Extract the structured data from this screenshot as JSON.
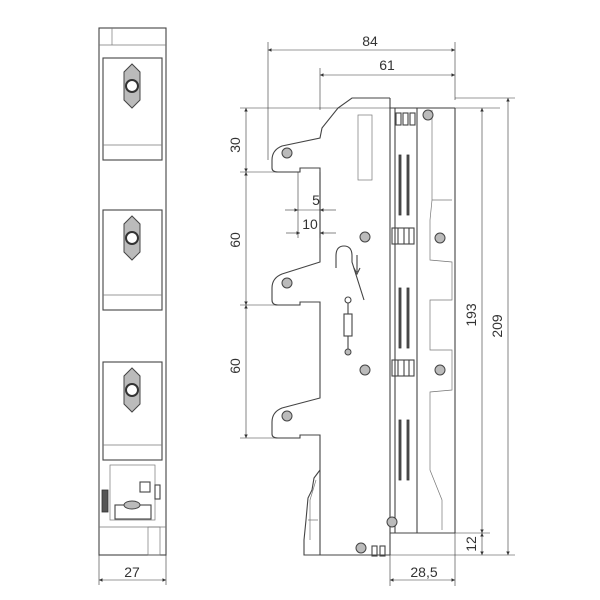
{
  "drawing": {
    "front_view": {
      "width_label": "27"
    },
    "side_view": {
      "depth_total_label": "84",
      "depth_partial_label": "61",
      "top_offset_label": "30",
      "pitch_1_label": "60",
      "pitch_2_label": "60",
      "slot_width_label": "5",
      "slot_depth_label": "10",
      "height_inner_label": "193",
      "height_total_label": "209",
      "bottom_offset_label": "12",
      "base_depth_label": "28,5"
    },
    "line_color": "#444444"
  }
}
